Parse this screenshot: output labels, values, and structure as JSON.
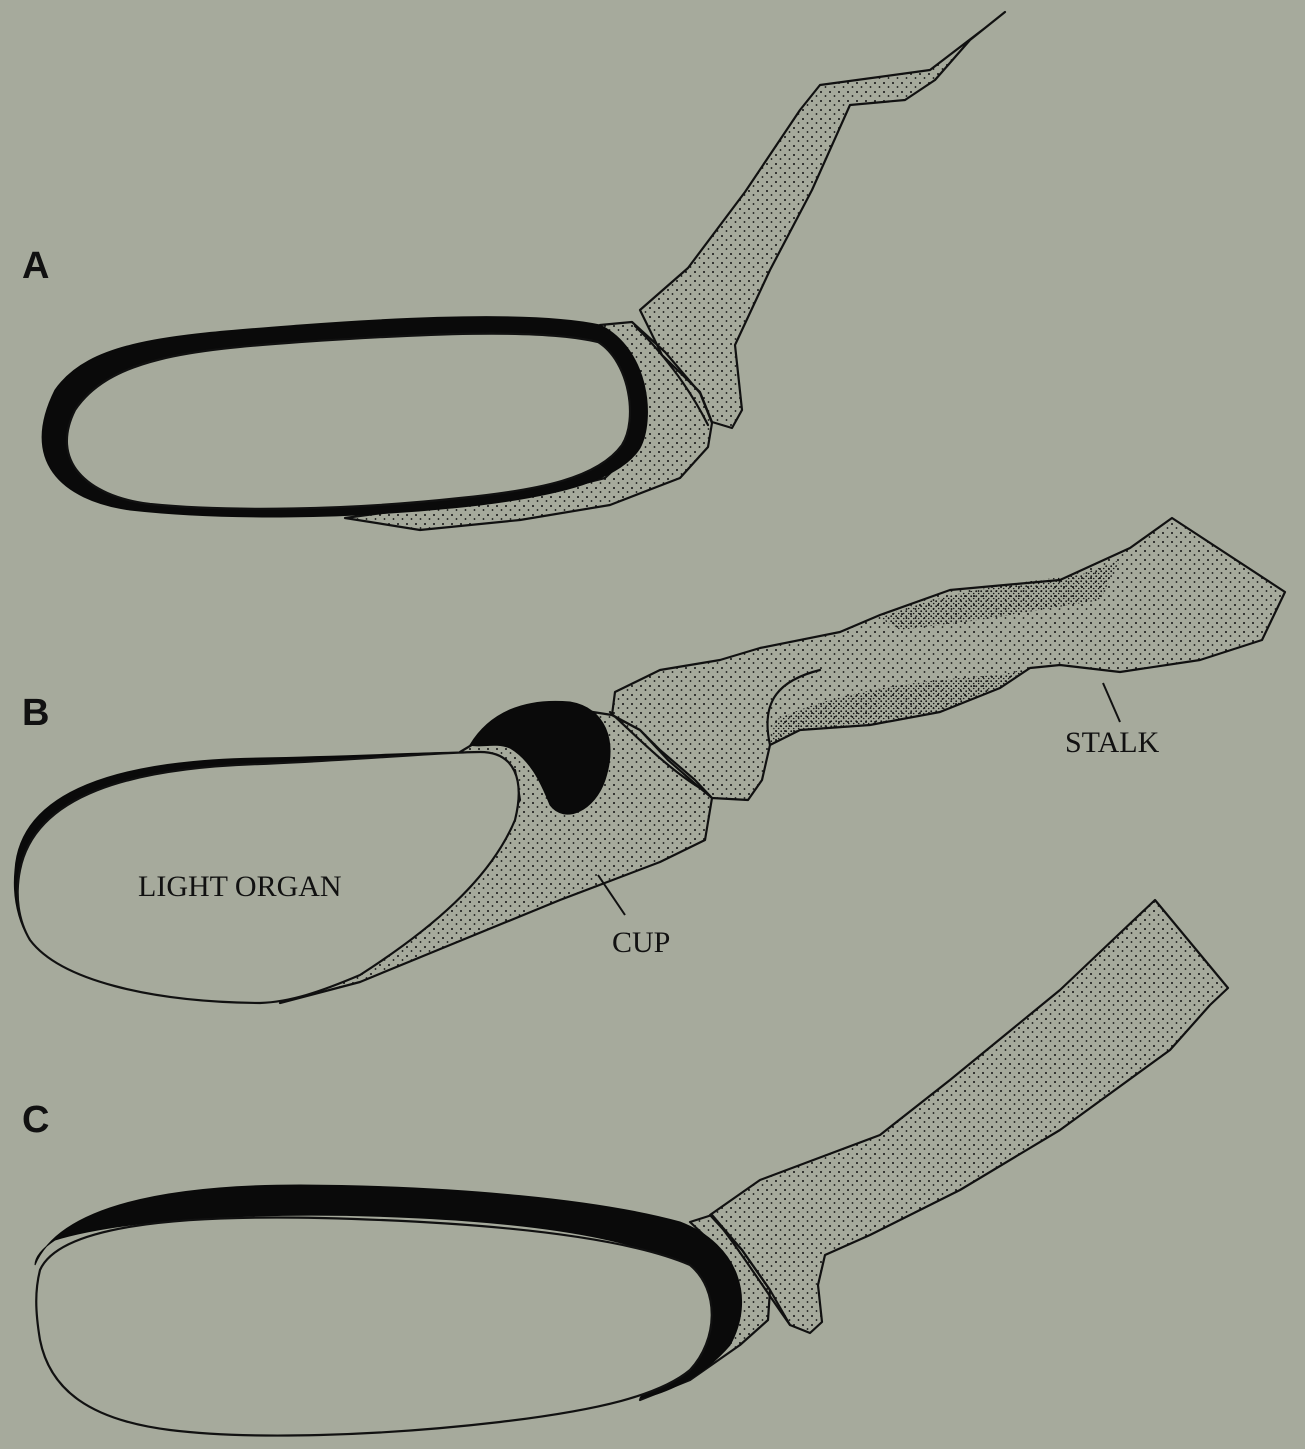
{
  "panels": [
    {
      "letter": "A"
    },
    {
      "letter": "B",
      "labels": {
        "light_organ": "LIGHT ORGAN",
        "cup": "CUP",
        "stalk": "STALK"
      }
    },
    {
      "letter": "C"
    }
  ],
  "colors": {
    "background": "#a6aa9c",
    "ink": "#111111"
  }
}
